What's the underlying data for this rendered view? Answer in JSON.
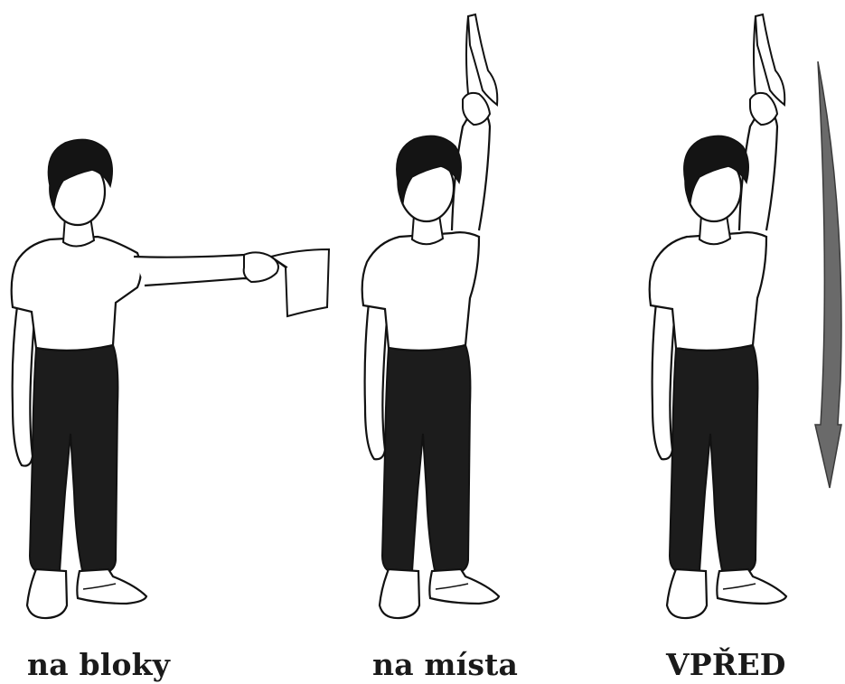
{
  "signals": [
    {
      "caption": "na bloky",
      "pose": "flag-extended-sideways"
    },
    {
      "caption": "na místa",
      "pose": "flag-raised-overhead"
    },
    {
      "caption": "VPŘED",
      "pose": "flag-raised-overhead-swing-down"
    }
  ],
  "arrow": {
    "icon": "curved-down-arrow-icon",
    "color": "#5a5a5a"
  },
  "colors": {
    "outline": "#111111",
    "pants": "#1c1c1c",
    "hair": "#141414",
    "shirt": "#ffffff"
  }
}
